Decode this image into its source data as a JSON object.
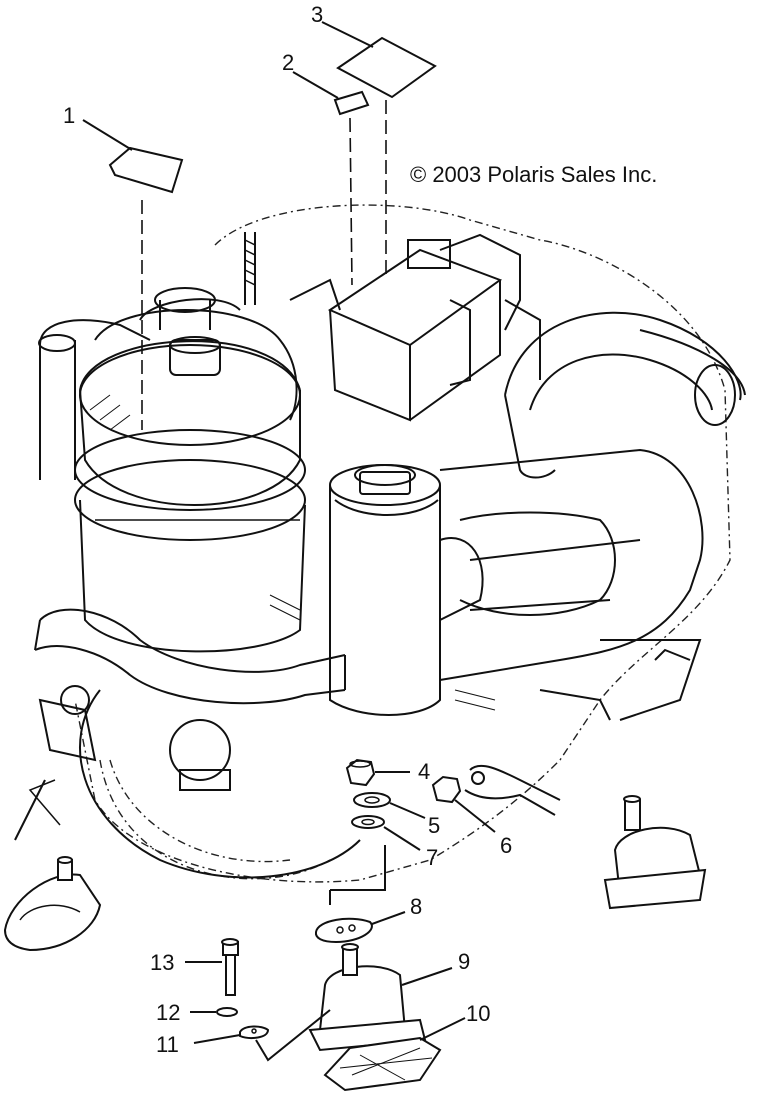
{
  "copyright": "© 2003 Polaris Sales Inc.",
  "callouts": [
    "1",
    "2",
    "3",
    "4",
    "5",
    "6",
    "7",
    "8",
    "9",
    "10",
    "11",
    "12",
    "13"
  ]
}
